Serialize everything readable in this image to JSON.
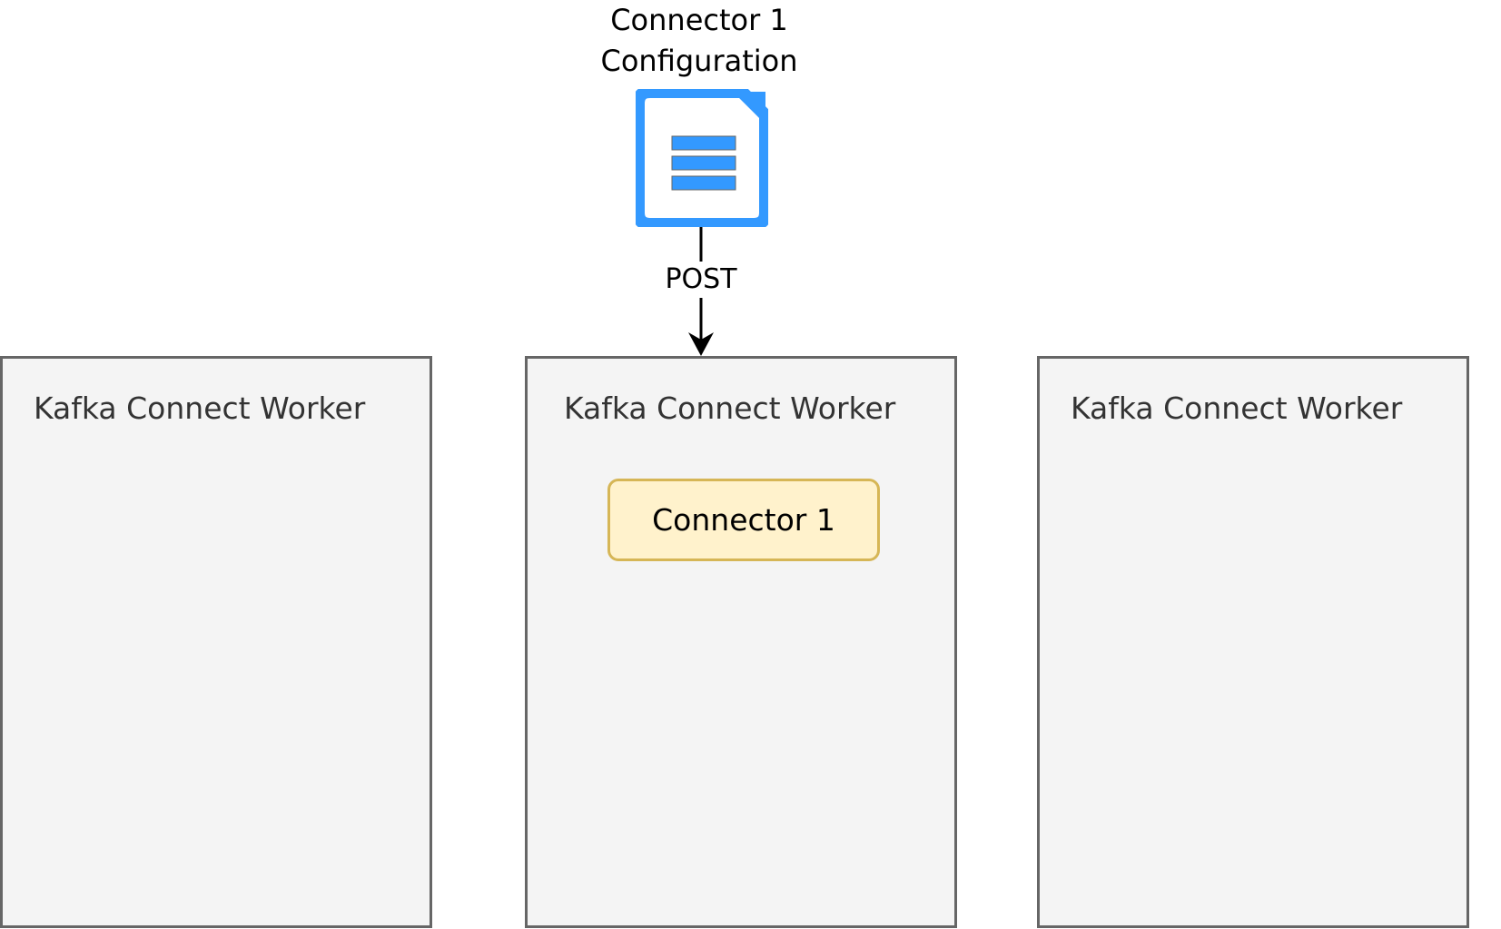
{
  "config": {
    "label_line1": "Connector 1",
    "label_line2": "Configuration",
    "icon": "document-icon",
    "icon_color": "#3399ff"
  },
  "edge": {
    "label": "POST",
    "color": "#000000"
  },
  "workers": [
    {
      "title": "Kafka Connect Worker",
      "connectors": []
    },
    {
      "title": "Kafka Connect Worker",
      "connectors": [
        "Connector 1"
      ]
    },
    {
      "title": "Kafka Connect Worker",
      "connectors": []
    }
  ],
  "colors": {
    "worker_fill": "#f4f4f4",
    "worker_stroke": "#666666",
    "connector_fill": "#fff2cc",
    "connector_stroke": "#d6b656"
  }
}
